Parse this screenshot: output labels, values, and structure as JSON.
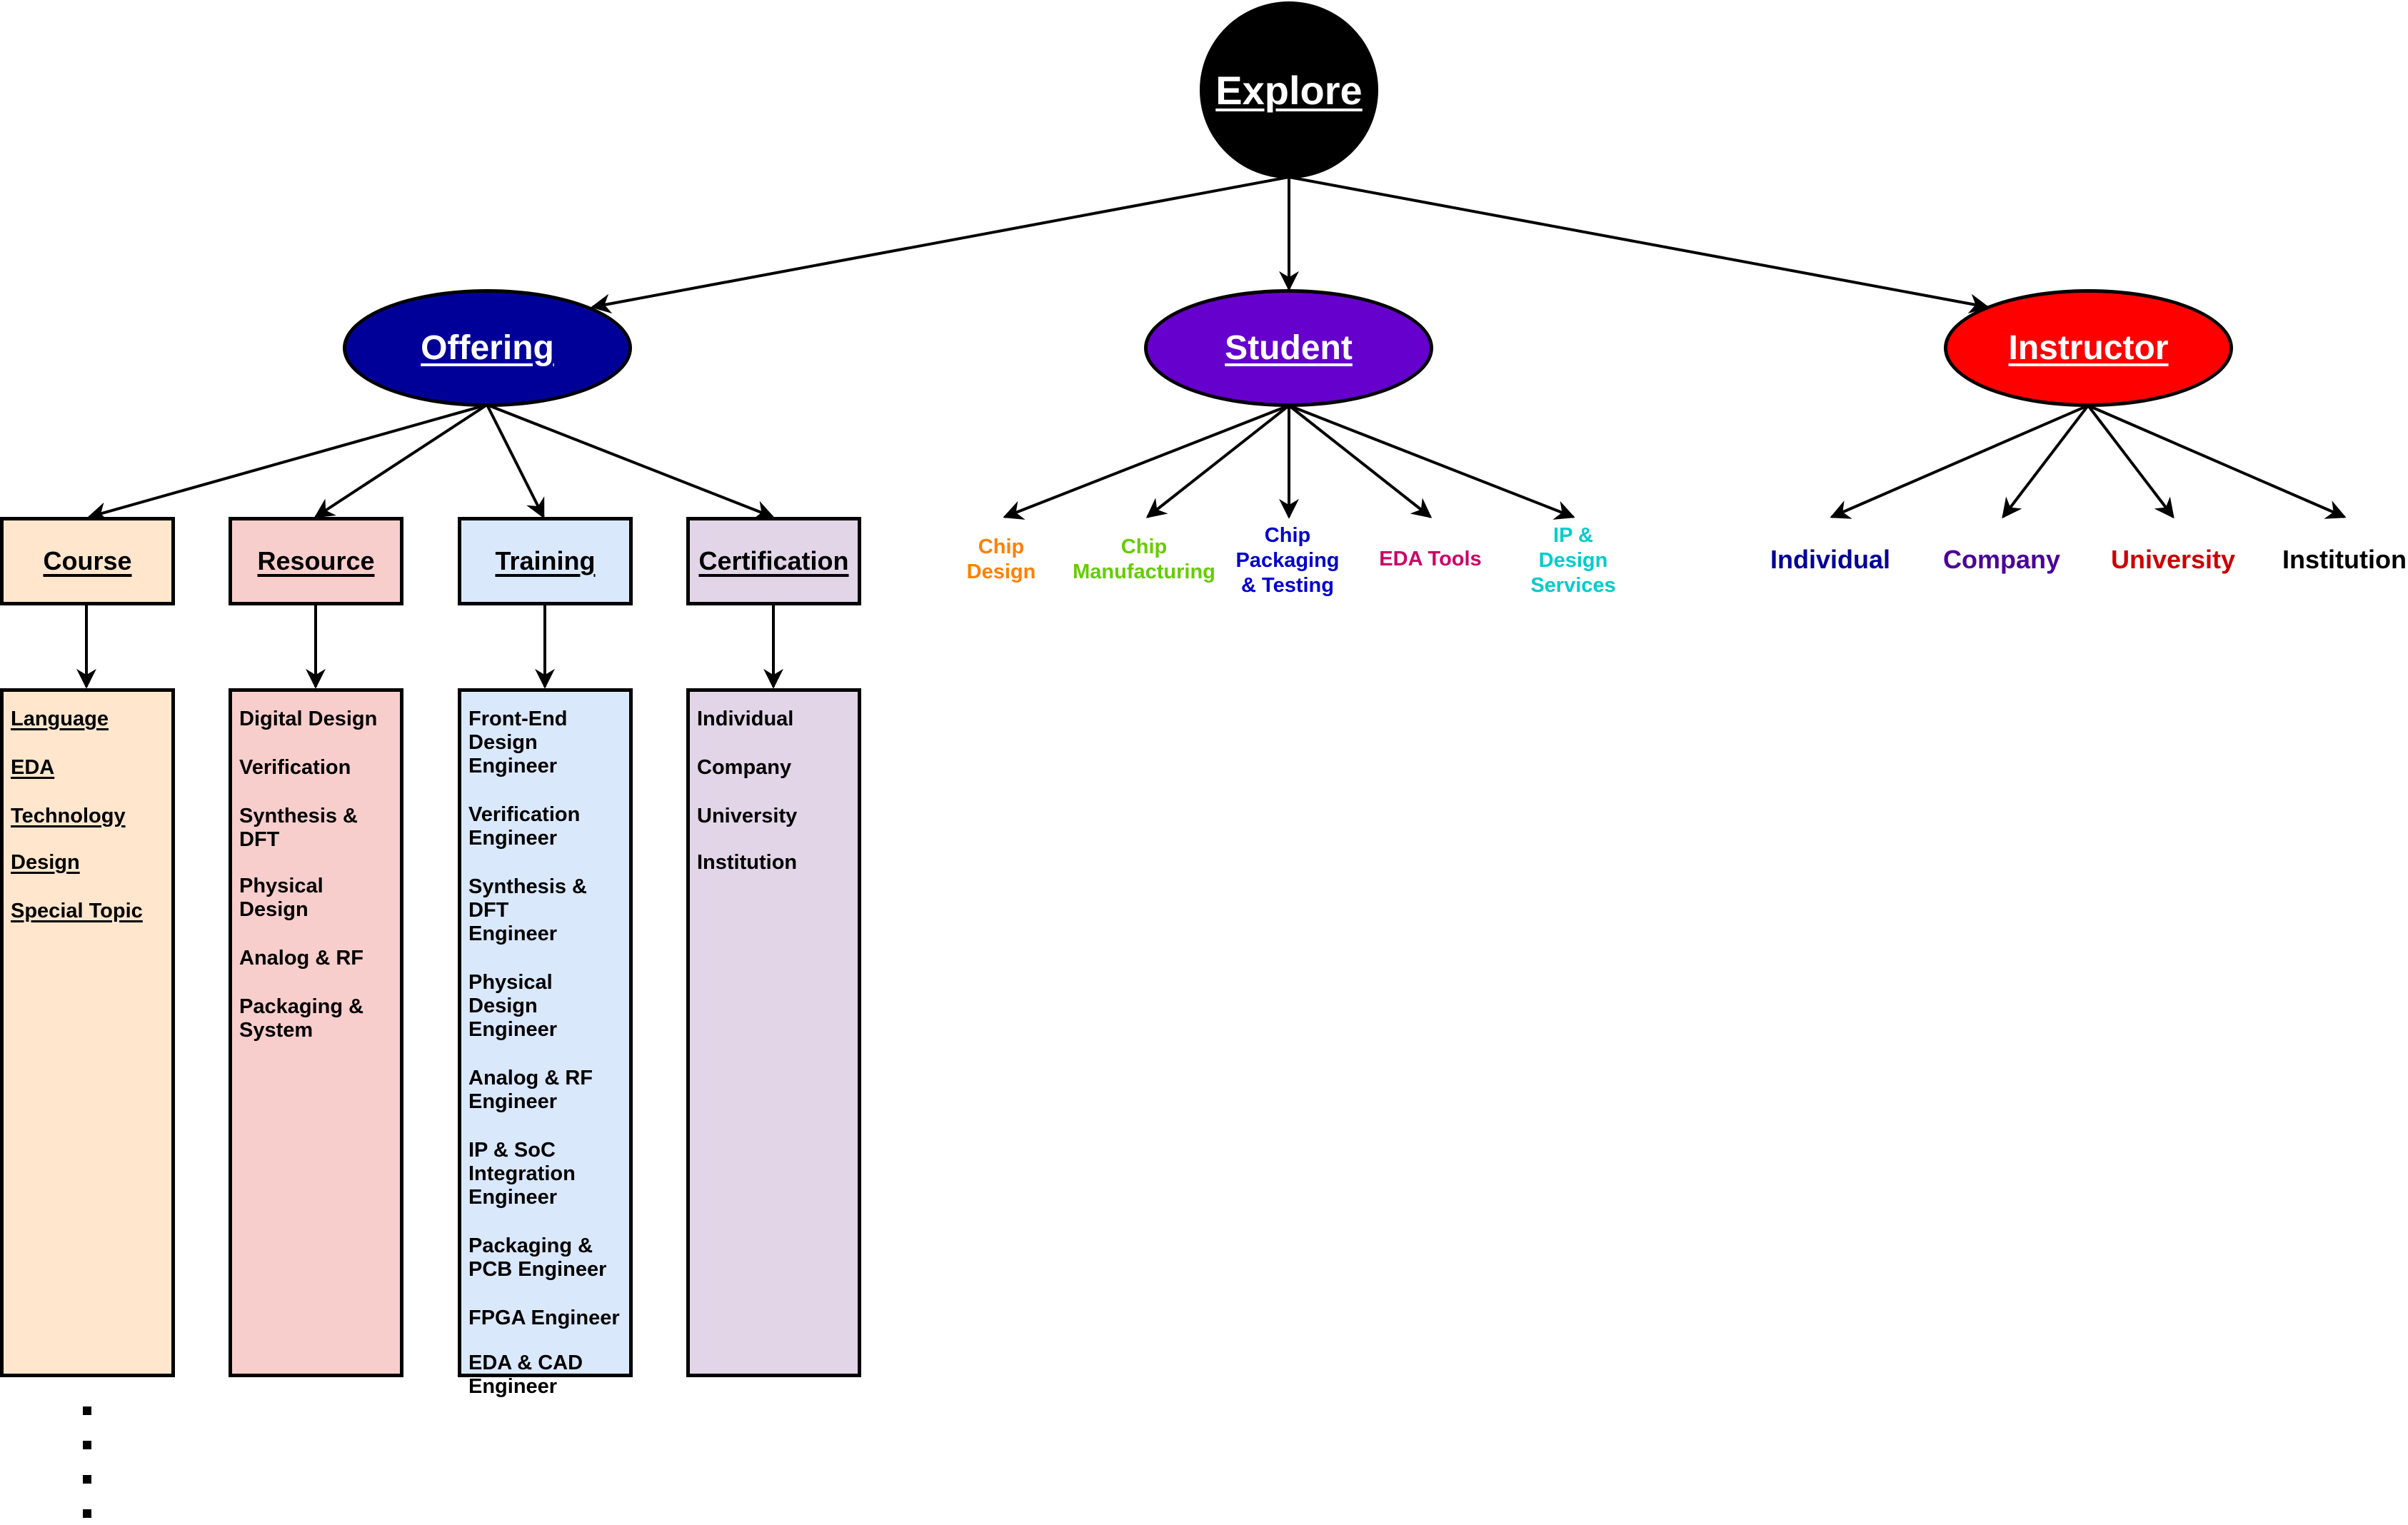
{
  "root": {
    "label": "Explore",
    "color": "#000000"
  },
  "branches": {
    "offering": {
      "label": "Offering",
      "color": "#000099"
    },
    "student": {
      "label": "Student",
      "color": "#6600CC"
    },
    "instructor": {
      "label": "Instructor",
      "color": "#FF0000"
    }
  },
  "offering_categories": [
    {
      "label": "Course",
      "fill": "#FFE6CC",
      "items": [
        "Language",
        "EDA",
        "Technology",
        "Design",
        "Special Topic"
      ]
    },
    {
      "label": "Resource",
      "fill": "#F8CECC",
      "items": [
        "Digital Design",
        "Verification",
        "Synthesis & DFT",
        "Physical Design",
        "Analog & RF",
        "Packaging &\nSystem"
      ]
    },
    {
      "label": "Training",
      "fill": "#DAE8FC",
      "items": [
        "Front-End\nDesign Engineer",
        "Verification\nEngineer",
        "Synthesis & DFT\nEngineer",
        "Physical Design\nEngineer",
        "Analog & RF\nEngineer",
        "IP & SoC\nIntegration\nEngineer",
        "Packaging &\nPCB Engineer",
        "FPGA Engineer",
        "EDA & CAD\nEngineer"
      ]
    },
    {
      "label": "Certification",
      "fill": "#E1D5E7",
      "items": [
        "Individual",
        "Company",
        "University",
        "Institution"
      ]
    }
  ],
  "student_topics": [
    {
      "label": "Chip\nDesign",
      "color": "#FF8000"
    },
    {
      "label": "Chip\nManufacturing",
      "color": "#66CC00"
    },
    {
      "label": "Chip\nPackaging\n& Testing",
      "color": "#0000CC"
    },
    {
      "label": "EDA Tools",
      "color": "#CC0066"
    },
    {
      "label": "IP &\nDesign\nServices",
      "color": "#00CCCC"
    }
  ],
  "instructor_types": [
    {
      "label": "Individual",
      "color": "#000099"
    },
    {
      "label": "Company",
      "color": "#4C0099"
    },
    {
      "label": "University",
      "color": "#CC0000"
    },
    {
      "label": "Institution",
      "color": "#000000"
    }
  ],
  "continuation": "⋮"
}
